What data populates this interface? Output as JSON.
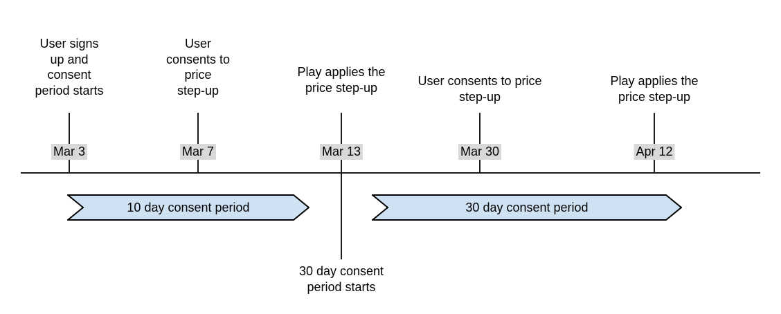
{
  "colors": {
    "background": "#ffffff",
    "band_fill": "#cfe2f3",
    "band_border": "#000000",
    "chip_bg": "#d9d9d9",
    "line": "#1a1a1a",
    "text": "#000000"
  },
  "timeline": {
    "events": [
      {
        "label": "User signs\nup and\nconsent\nperiod starts",
        "date": "Mar 3"
      },
      {
        "label": "User\nconsents to\nprice\nstep-up",
        "date": "Mar 7"
      },
      {
        "label": "Play applies the\nprice step-up",
        "date": "Mar 13"
      },
      {
        "label": "User consents to price\nstep-up",
        "date": "Mar 30"
      },
      {
        "label": "Play applies the\nprice step-up",
        "date": "Apr 12"
      }
    ],
    "bands": [
      {
        "label": "10 day consent period"
      },
      {
        "label": "30 day consent period"
      }
    ],
    "note": "30 day consent\nperiod starts"
  }
}
